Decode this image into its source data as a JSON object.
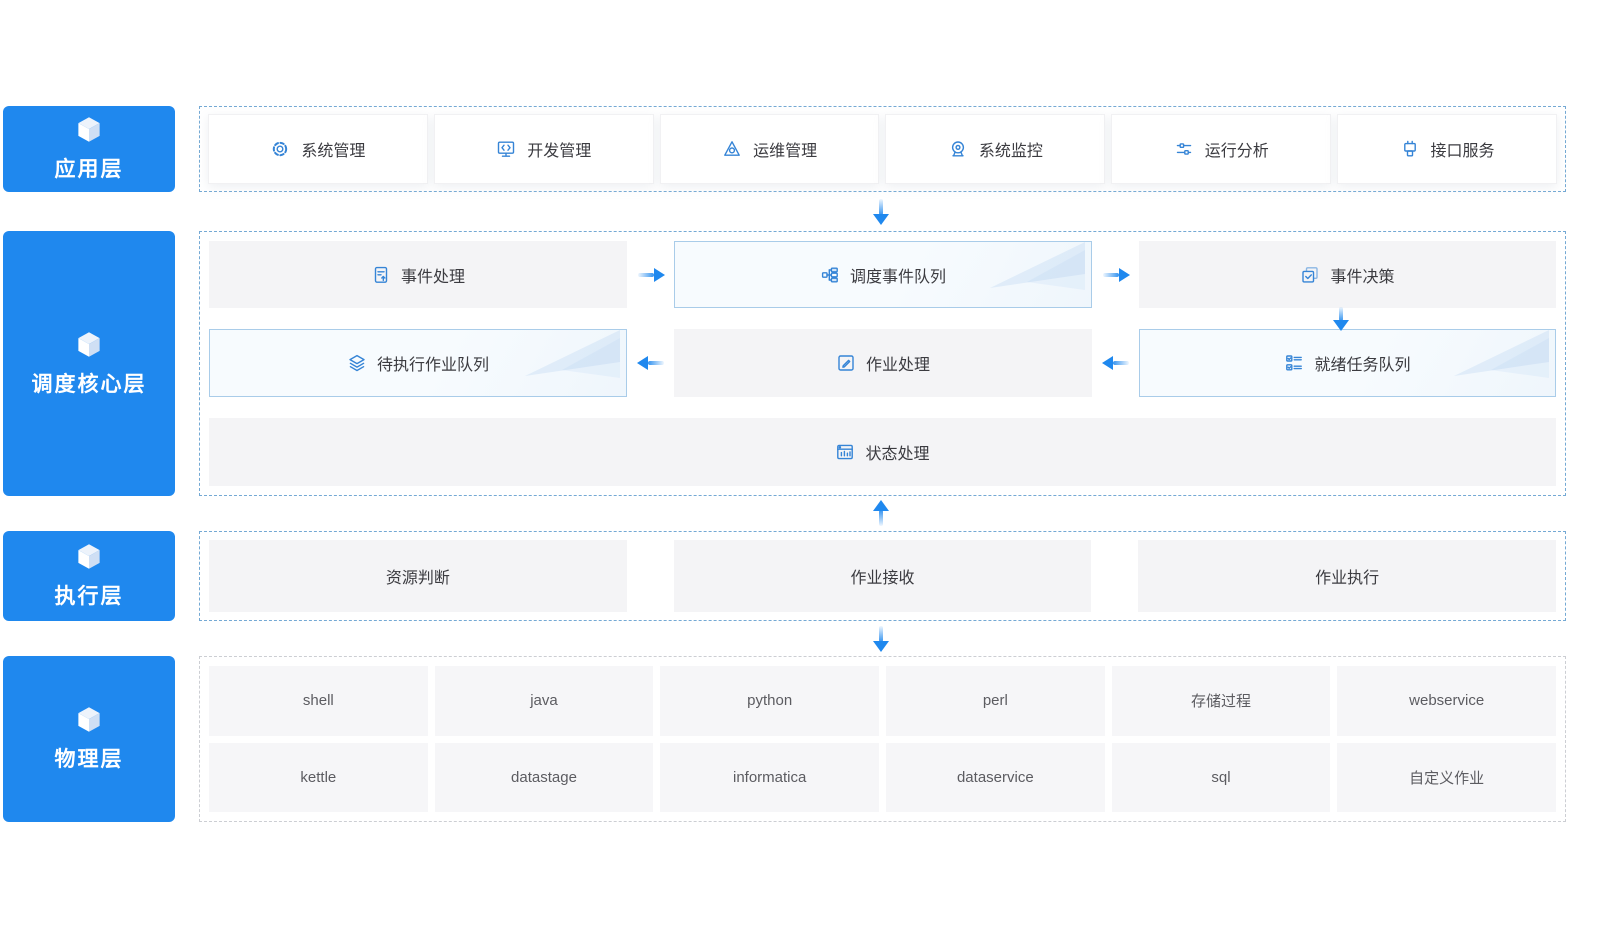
{
  "colors": {
    "accent_blue": "#1f88ee",
    "panel_dashed_border": "#74a9d4",
    "physical_dashed_border": "#ccced3",
    "gray_box_bg": "#f4f4f6",
    "highlight_box_bg": "#f5fafd",
    "highlight_box_border": "#a9cce9",
    "icon_blue": "#3584d6",
    "text_dark": "#3b3b40",
    "text_gray": "#5c5c61"
  },
  "app": {
    "label": "应用层",
    "icon": "cube-icon",
    "items": [
      {
        "label": "系统管理",
        "icon": "gear-icon"
      },
      {
        "label": "开发管理",
        "icon": "monitor-code-icon"
      },
      {
        "label": "运维管理",
        "icon": "alarm-triangle-icon"
      },
      {
        "label": "系统监控",
        "icon": "webcam-icon"
      },
      {
        "label": "运行分析",
        "icon": "sliders-icon"
      },
      {
        "label": "接口服务",
        "icon": "plug-icon"
      }
    ]
  },
  "core": {
    "label": "调度核心层",
    "icon": "cube-icon",
    "row1": [
      {
        "label": "事件处理",
        "icon": "document-upload-icon"
      },
      {
        "label": "调度事件队列",
        "icon": "queue-tree-icon"
      },
      {
        "label": "事件决策",
        "icon": "check-square-icon"
      }
    ],
    "row2": [
      {
        "label": "待执行作业队列",
        "icon": "layers-icon"
      },
      {
        "label": "作业处理",
        "icon": "edit-square-icon"
      },
      {
        "label": "就绪任务队列",
        "icon": "checklist-icon"
      }
    ],
    "row3": [
      {
        "label": "状态处理",
        "icon": "chart-window-icon"
      }
    ]
  },
  "exec": {
    "label": "执行层",
    "icon": "cube-icon",
    "items": [
      {
        "label": "资源判断"
      },
      {
        "label": "作业接收"
      },
      {
        "label": "作业执行"
      }
    ]
  },
  "phys": {
    "label": "物理层",
    "icon": "cube-icon",
    "row1": [
      {
        "label": "shell"
      },
      {
        "label": "java"
      },
      {
        "label": "python"
      },
      {
        "label": "perl"
      },
      {
        "label": "存储过程"
      },
      {
        "label": "webservice"
      }
    ],
    "row2": [
      {
        "label": "kettle"
      },
      {
        "label": "datastage"
      },
      {
        "label": "informatica"
      },
      {
        "label": "dataservice"
      },
      {
        "label": "sql"
      },
      {
        "label": "自定义作业"
      }
    ]
  }
}
